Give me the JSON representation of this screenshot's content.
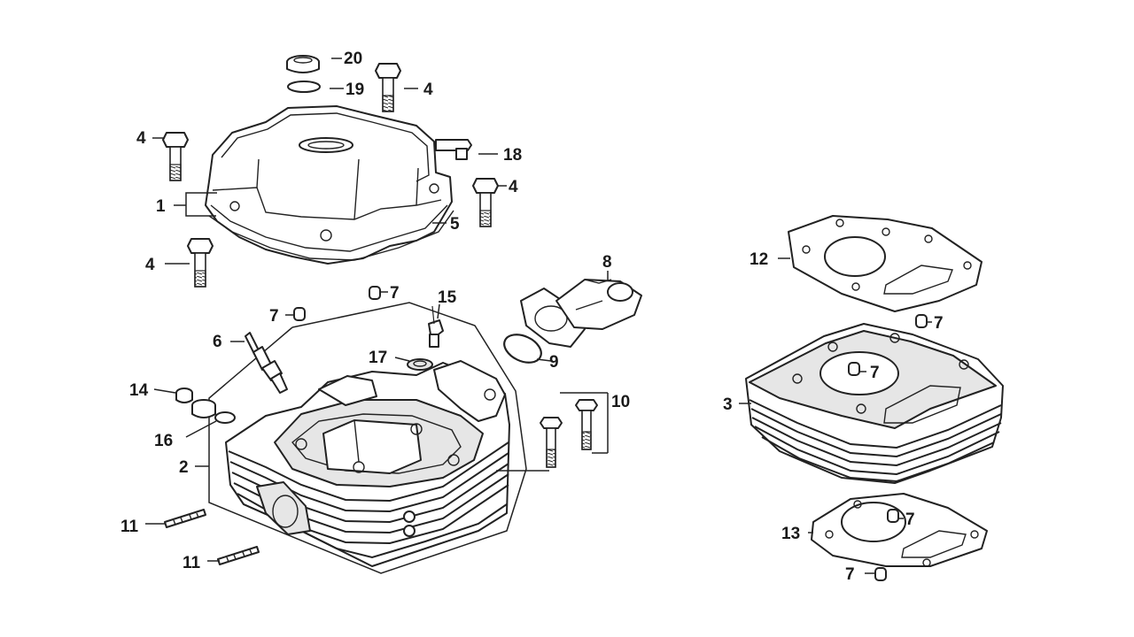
{
  "callouts": {
    "c1": "1",
    "c2": "2",
    "c3": "3",
    "c4a": "4",
    "c4b": "4",
    "c4c": "4",
    "c4d": "4",
    "c5": "5",
    "c6": "6",
    "c7a": "7",
    "c7b": "7",
    "c7c": "7",
    "c7d": "7",
    "c7e": "7",
    "c7f": "7",
    "c8": "8",
    "c9": "9",
    "c10": "10",
    "c11a": "11",
    "c11b": "11",
    "c12": "12",
    "c13": "13",
    "c14": "14",
    "c15": "15",
    "c16": "16",
    "c17": "17",
    "c18": "18",
    "c19": "19",
    "c20": "20"
  }
}
